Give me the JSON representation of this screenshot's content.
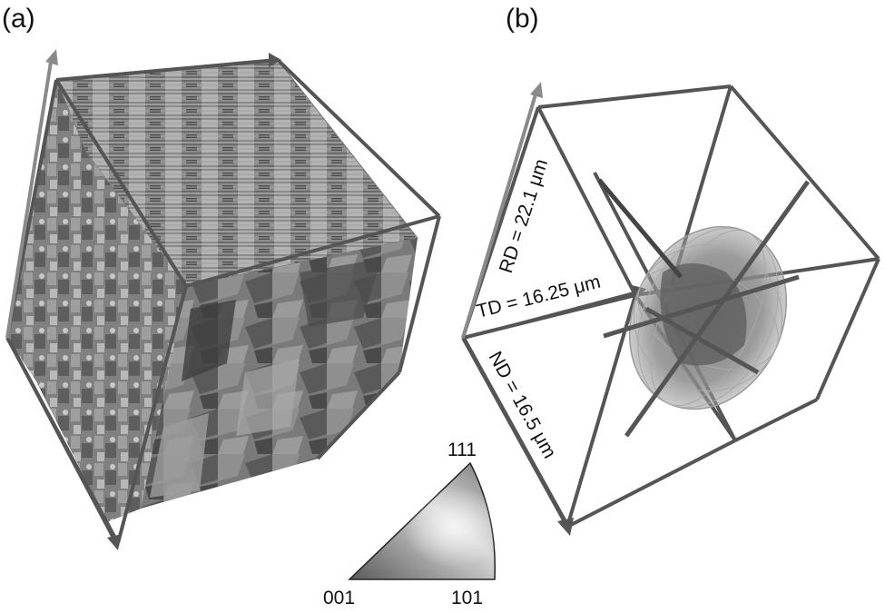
{
  "panels": {
    "a": {
      "label": "(a)"
    },
    "b": {
      "label": "(b)"
    }
  },
  "dimensions": {
    "rd": "RD = 22.1 μm",
    "td": "TD = 16.25 μm",
    "nd": "ND = 16.5 μm"
  },
  "ipf_key": {
    "corner_001": "001",
    "corner_101": "101",
    "corner_111": "111"
  }
}
